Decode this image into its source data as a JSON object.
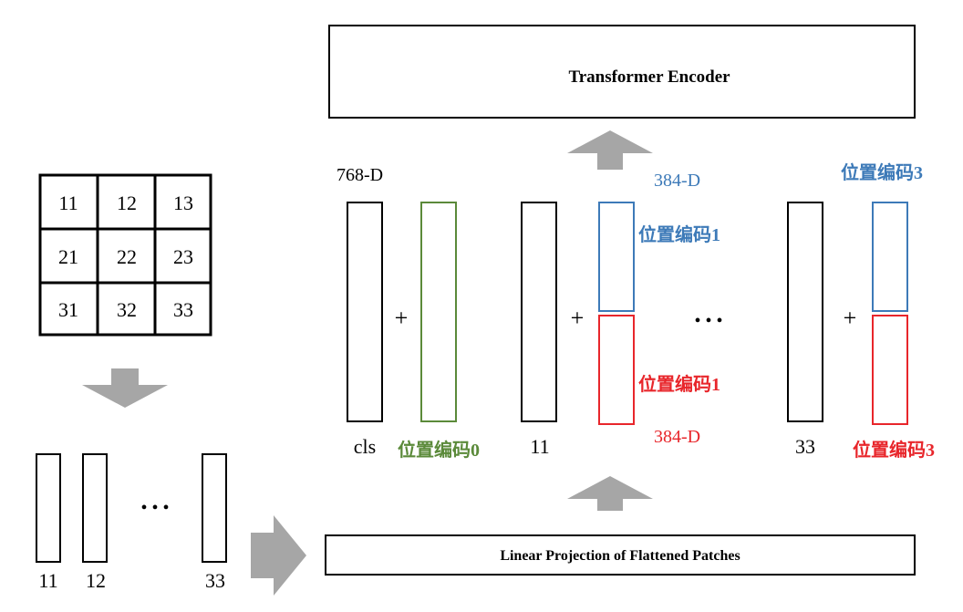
{
  "grid": {
    "cells": [
      "11",
      "12",
      "13",
      "21",
      "22",
      "23",
      "31",
      "32",
      "33"
    ]
  },
  "patch_vectors": {
    "labels": [
      "11",
      "12",
      "33"
    ],
    "ellipsis": "• • •"
  },
  "linear_projection": {
    "label": "Linear Projection of Flattened Patches"
  },
  "transformer_encoder": {
    "label": "Transformer Encoder"
  },
  "tokens": {
    "dim_768": "768-D",
    "cls_label": "cls",
    "pos0_label": "位置编码0",
    "token11_label": "11",
    "dim_384_top": "384-D",
    "pos1_top_label": "位置编码1",
    "pos1_bottom_label": "位置编码1",
    "dim_384_bottom": "384-D",
    "ellipsis": "• • •",
    "token33_label": "33",
    "pos3_top_label": "位置编码3",
    "pos3_bottom_label": "位置编码3",
    "plus": "+"
  },
  "colors": {
    "green": "#5b8a3a",
    "blue": "#3d7ab8",
    "red": "#e8262b",
    "arrow_gray": "#a6a6a6",
    "black": "#000000"
  },
  "icons": [
    "arrow-down-icon",
    "arrow-right-icon",
    "arrow-up-icon"
  ]
}
